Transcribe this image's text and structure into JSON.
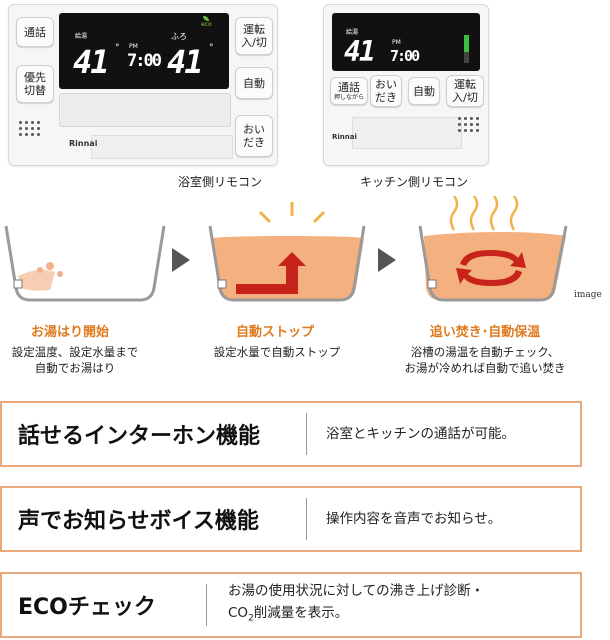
{
  "bath_remote": {
    "btn_talk": "通話",
    "btn_priority": "優先\n切替",
    "btn_operation": "運転\n入/切",
    "btn_auto": "自動",
    "btn_reheat": "おい\nだき",
    "lbl_hot": "給湯",
    "lbl_bath": "ふろ",
    "lbl_eco": "eco",
    "temp_hot": "41",
    "temp_bath": "41",
    "time_prefix": "PM",
    "time": "7:00",
    "degree": "°",
    "brand": "Rinnai"
  },
  "kitchen_remote": {
    "btn_talk": "通話",
    "btn_talk_sub": "押しながら",
    "btn_reheat": "おい\nだき",
    "btn_auto": "自動",
    "btn_operation": "運転\n入/切",
    "lbl_hot": "給湯",
    "temp_hot": "41",
    "time_prefix": "PM",
    "time": "7:00",
    "brand": "Rinnai"
  },
  "captions": {
    "bath": "浴室側リモコン",
    "kitchen": "キッチン側リモコン",
    "image_label": "image"
  },
  "steps": [
    {
      "title": "お湯はり開始",
      "desc": "設定温度、設定水量まで\n自動でお湯はり"
    },
    {
      "title": "自動ストップ",
      "desc": "設定水量で自動ストップ"
    },
    {
      "title": "追い焚き･自動保温",
      "desc": "浴槽の湯温を自動チェック、\nお湯が冷めれば自動で追い焚き"
    }
  ],
  "features": [
    {
      "title": "話せるインターホン機能",
      "desc": "浴室とキッチンの通話が可能。"
    },
    {
      "title": "声でお知らせボイス機能",
      "desc": "操作内容を音声でお知らせ。"
    },
    {
      "title": "ECOチェック",
      "desc_line1": "お湯の使用状況に対しての沸き上げ診断・",
      "desc_line2_a": "CO",
      "desc_line2_sub": "2",
      "desc_line2_b": "削減量を表示。"
    }
  ],
  "colors": {
    "accent_orange": "#e07a1f",
    "box_border": "#e9a87a",
    "arrow_red": "#d0281c",
    "arrow_grey": "#555555",
    "water_orange": "#f2a25f"
  }
}
